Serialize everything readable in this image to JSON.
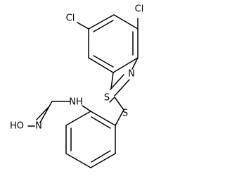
{
  "atoms": {
    "cl1": "Cl",
    "cl2": "Cl",
    "n_thiazole": "N",
    "s_ring": "S",
    "s_bridge": "S",
    "nh": "NH",
    "n_oxime": "N",
    "ho": "HO"
  }
}
